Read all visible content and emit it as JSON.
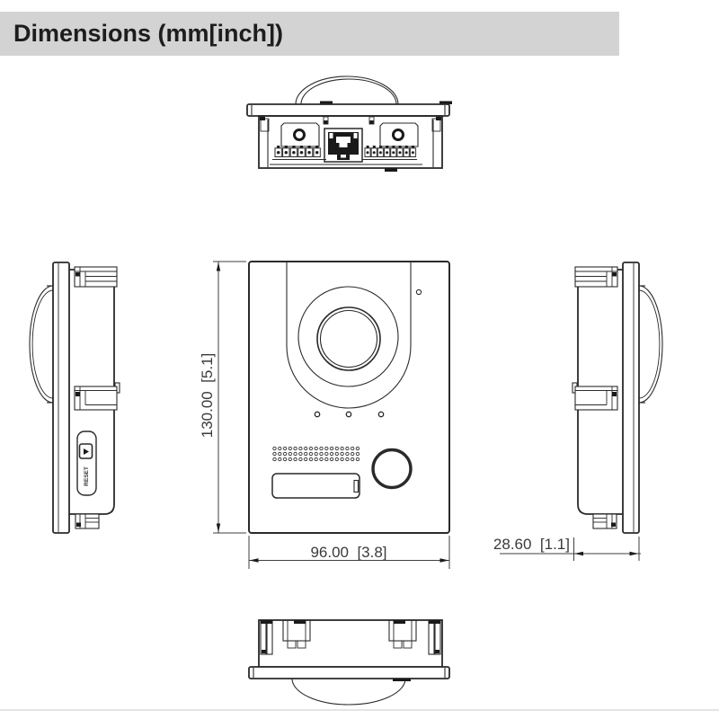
{
  "title": "Dimensions (mm[inch])",
  "dimensions": {
    "height_mm_inch": "130.00  [5.1]",
    "width_mm_inch": "96.00  [3.8]",
    "depth_mm_inch": "28.60  [1.1]"
  },
  "labels": {
    "reset": "RESET"
  },
  "icons": {
    "camera_dome": "camera-dome",
    "sd_card": "sd-card-icon",
    "rj45": "rj45-port-icon",
    "speaker": "speaker-grille",
    "call_button": "call-button"
  },
  "colors": {
    "header_bg": "#d3d3d3",
    "line": "#2a2a2a",
    "title_text": "#1d1d1d"
  }
}
